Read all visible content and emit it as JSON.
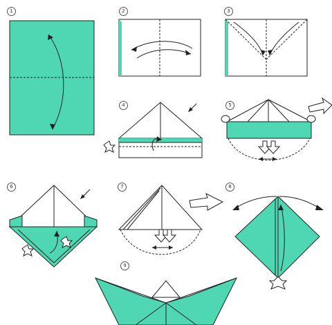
{
  "colors": {
    "paper": "#4fd6b2",
    "line": "#222222"
  },
  "steps": [
    {
      "label": "1"
    },
    {
      "label": "2"
    },
    {
      "label": "3"
    },
    {
      "label": "4"
    },
    {
      "label": "5"
    },
    {
      "label": "6"
    },
    {
      "label": "7"
    },
    {
      "label": "8"
    },
    {
      "label": "9"
    }
  ]
}
